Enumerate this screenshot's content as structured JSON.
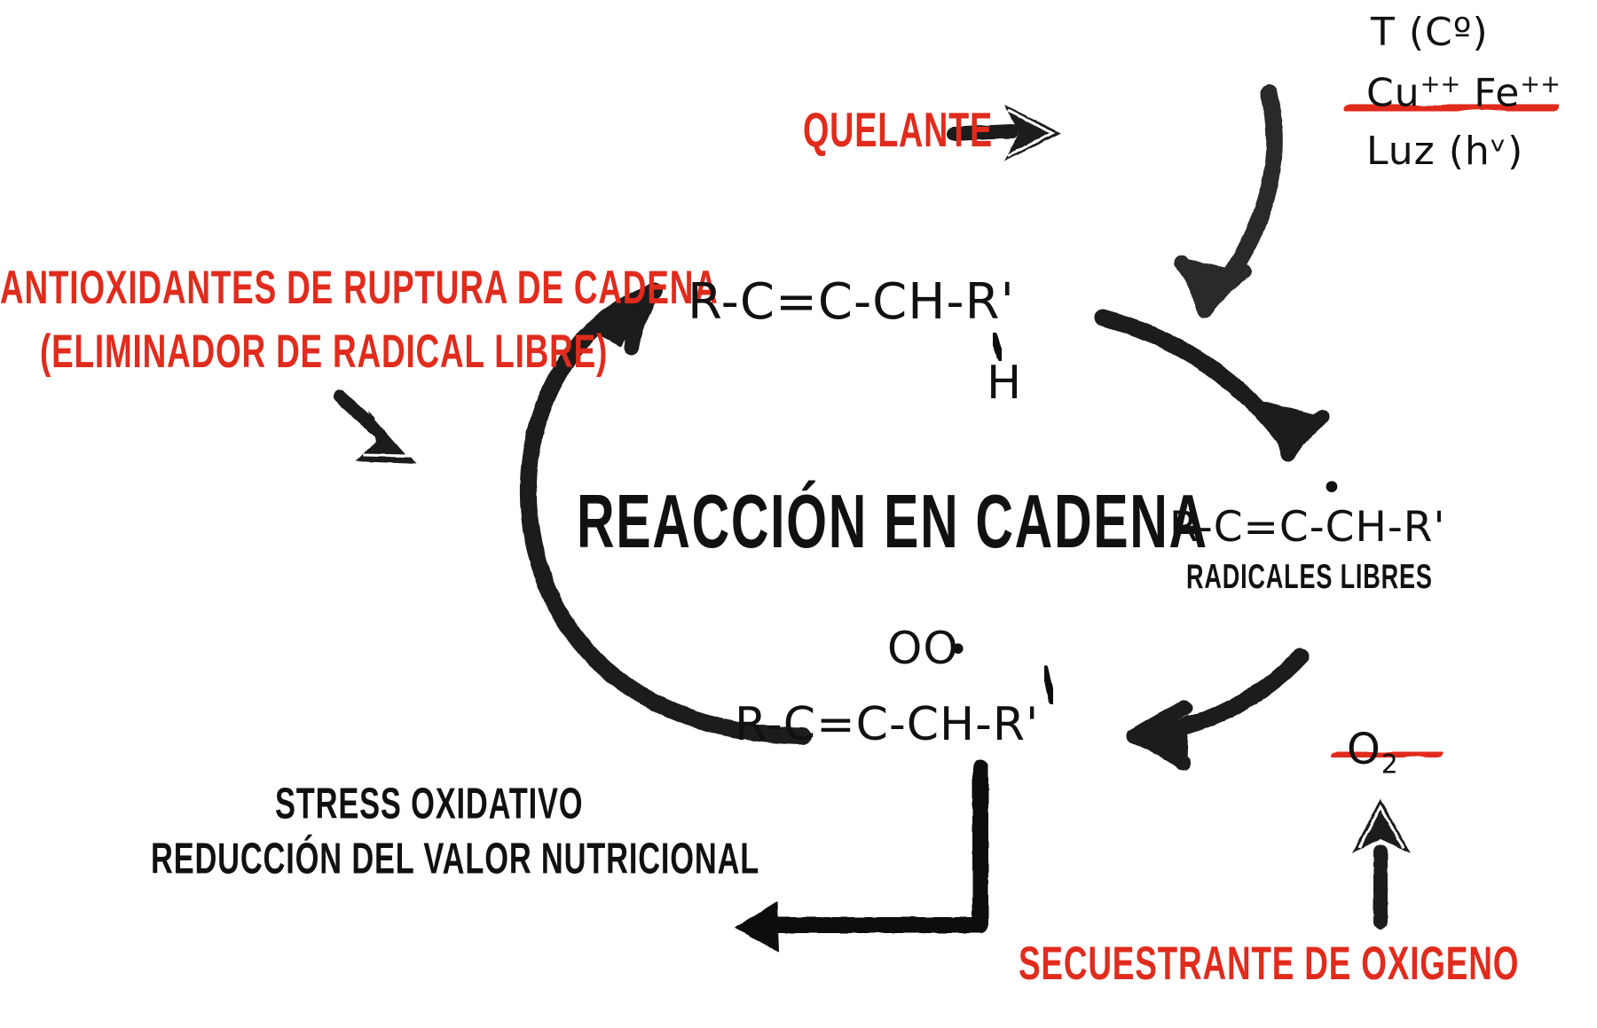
{
  "diagram": {
    "title": "REACCIÓN EN CADENA",
    "colors": {
      "ink": "#111111",
      "accent_red": "#e02b1d",
      "background": "#ffffff"
    },
    "initiators": {
      "temperature": "T (Cº)",
      "metals": "Cu++ Fe++",
      "light": "Luz (hᵛ)"
    },
    "interventions": {
      "chelator": "QUELANTE",
      "chain_breaking_antioxidants_line1": "ANTIOXIDANTES DE RUPTURA DE CADENA",
      "chain_breaking_antioxidants_line2": "(ELIMINADOR DE RADICAL LIBRE)",
      "oxygen_scavenger": "SECUESTRANTE DE OXIGENO"
    },
    "species": {
      "lipid_formula": "R-C=C-CH-R'",
      "lipid_substituent": "H",
      "radical_formula": "R-C=C-CH-R'",
      "radical_label": "RADICALES LIBRES",
      "radical_dot": "•",
      "peroxyl_group": "OO",
      "peroxyl_dot": "•",
      "peroxyl_formula": "R-C=C-CH-R'",
      "oxygen": "O2"
    },
    "outcomes": {
      "line1": "STRESS OXIDATIVO",
      "line2": "REDUCCIÓN DEL VALOR NUTRICIONAL"
    },
    "icons": {
      "arrow_cycle_top_right": "curved-arrow-icon",
      "arrow_cycle_right_down": "curved-arrow-icon",
      "arrow_cycle_bottom_left": "curved-arrow-icon",
      "arrow_cycle_left_up": "curved-arrow-icon",
      "arrow_quelante": "hollow-arrow-icon",
      "arrow_antioxidantes": "hollow-arrow-icon",
      "arrow_secuestrante": "hollow-arrow-up-icon",
      "arrow_outcome": "solid-arrow-left-icon",
      "strike_metals": "red-strikethrough-icon",
      "strike_oxygen": "red-strikethrough-icon"
    }
  }
}
